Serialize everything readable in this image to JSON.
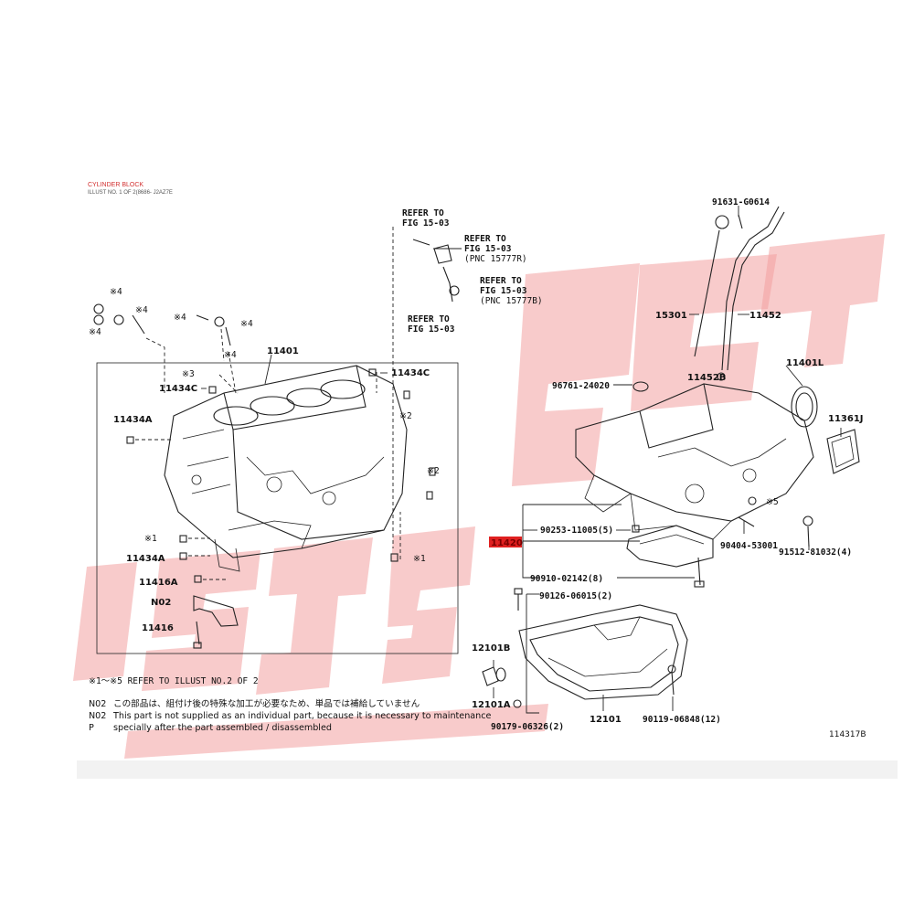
{
  "header": {
    "title": "CYLINDER BLOCK",
    "subtitle": "ILLUST NO. 1 OF 2(8686- J2AZ7E"
  },
  "refs": {
    "r1_a": "REFER TO",
    "r1_b": "FIG 15-03",
    "r2_a": "REFER TO",
    "r2_b": "FIG 15-03",
    "r2_c": "(PNC 15777R)",
    "r3_a": "REFER TO",
    "r3_b": "FIG 15-03",
    "r3_c": "(PNC 15777B)",
    "r4_a": "REFER TO",
    "r4_b": "FIG 15-03"
  },
  "labels": {
    "p11401": "11401",
    "p11434C_top": "11434C",
    "p11434C_left": "11434C",
    "p11434A_left": "11434A",
    "p11434A_bottom": "11434A",
    "p11416A": "11416A",
    "pN02": "N02",
    "p11416": "11416",
    "p91631": "91631-G0614",
    "p15301": "15301",
    "p11452": "11452",
    "p11452B": "11452B",
    "p96761": "96761-24020",
    "p11401L": "11401L",
    "p11361J": "11361J",
    "p90253": "90253-11005(5)",
    "p11420": "11420",
    "p90910": "90910-02142(8)",
    "p90404": "90404-53001",
    "p91512": "91512-81032(4)",
    "p90126": "90126-06015(2)",
    "p12101B": "12101B",
    "p12101A": "12101A",
    "p12101": "12101",
    "p90119": "90119-06848(12)",
    "p90179": "90179-06326(2)",
    "illus_no": "114317B"
  },
  "marks": {
    "m4a": "※4",
    "m4b": "※4",
    "m4c": "※4",
    "m4d": "※4",
    "m4e": "※4",
    "m4f": "※4",
    "m3": "※3",
    "m2a": "※2",
    "m2b": "※2",
    "m1a": "※1",
    "m1b": "※1",
    "m5": "※5"
  },
  "notes": {
    "n1": "※1～※5 REFER TO ILLUST NO.2 OF 2",
    "n2_code": "N02",
    "n2_jp": "この部品は、組付け後の特殊な加工が必要なため、単品では補給していません",
    "n3_code": "N02",
    "n3_en": "This part is not supplied as an individual part, because it is necessary to maintenance",
    "n4_code": "P",
    "n4_en": "specially after the part assembled / disassembled"
  },
  "colors": {
    "highlight": "#e02020",
    "watermark": "#f3a0a0",
    "footer_band": "#f2f2f2"
  }
}
